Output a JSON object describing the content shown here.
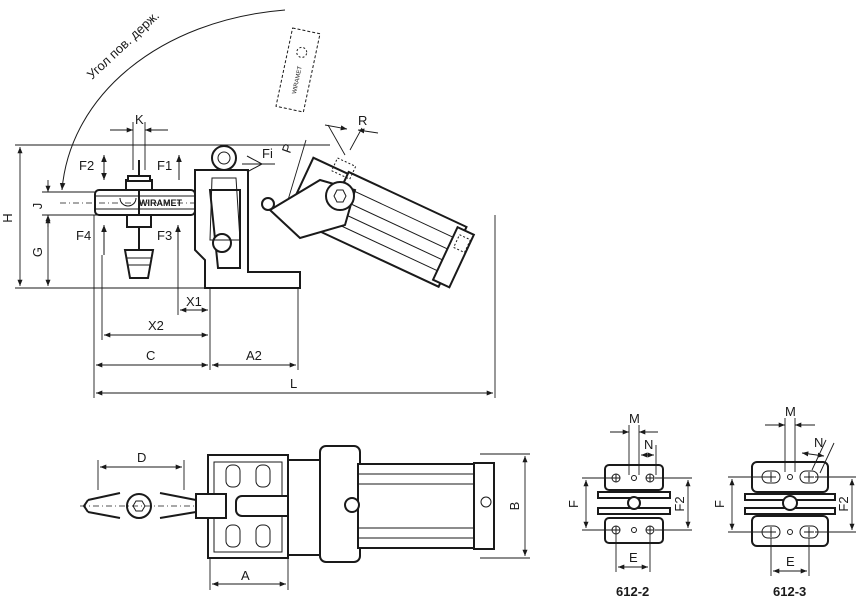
{
  "diagram": {
    "arc_label": "Угол пов. держ.",
    "brand": "WIRAMET",
    "tag_text": "WIRAMET",
    "side_view": {
      "labels": {
        "K": "K",
        "F2": "F2",
        "F1": "F1",
        "F3": "F3",
        "F4": "F4",
        "Fi": "Fi",
        "P": "P",
        "R": "R",
        "H": "H",
        "J": "J",
        "G": "G",
        "X1": "X1",
        "X2": "X2",
        "C": "C",
        "A2": "A2",
        "L": "L"
      }
    },
    "top_view": {
      "labels": {
        "D": "D",
        "A": "A",
        "B": "B"
      }
    },
    "base_612_2": {
      "caption": "612-2",
      "labels": {
        "M": "M",
        "N": "N",
        "F": "F",
        "F2": "F2",
        "E": "E"
      }
    },
    "base_612_3": {
      "caption": "612-3",
      "labels": {
        "M": "M",
        "N": "N",
        "F": "F",
        "F2": "F2",
        "E": "E"
      }
    }
  }
}
